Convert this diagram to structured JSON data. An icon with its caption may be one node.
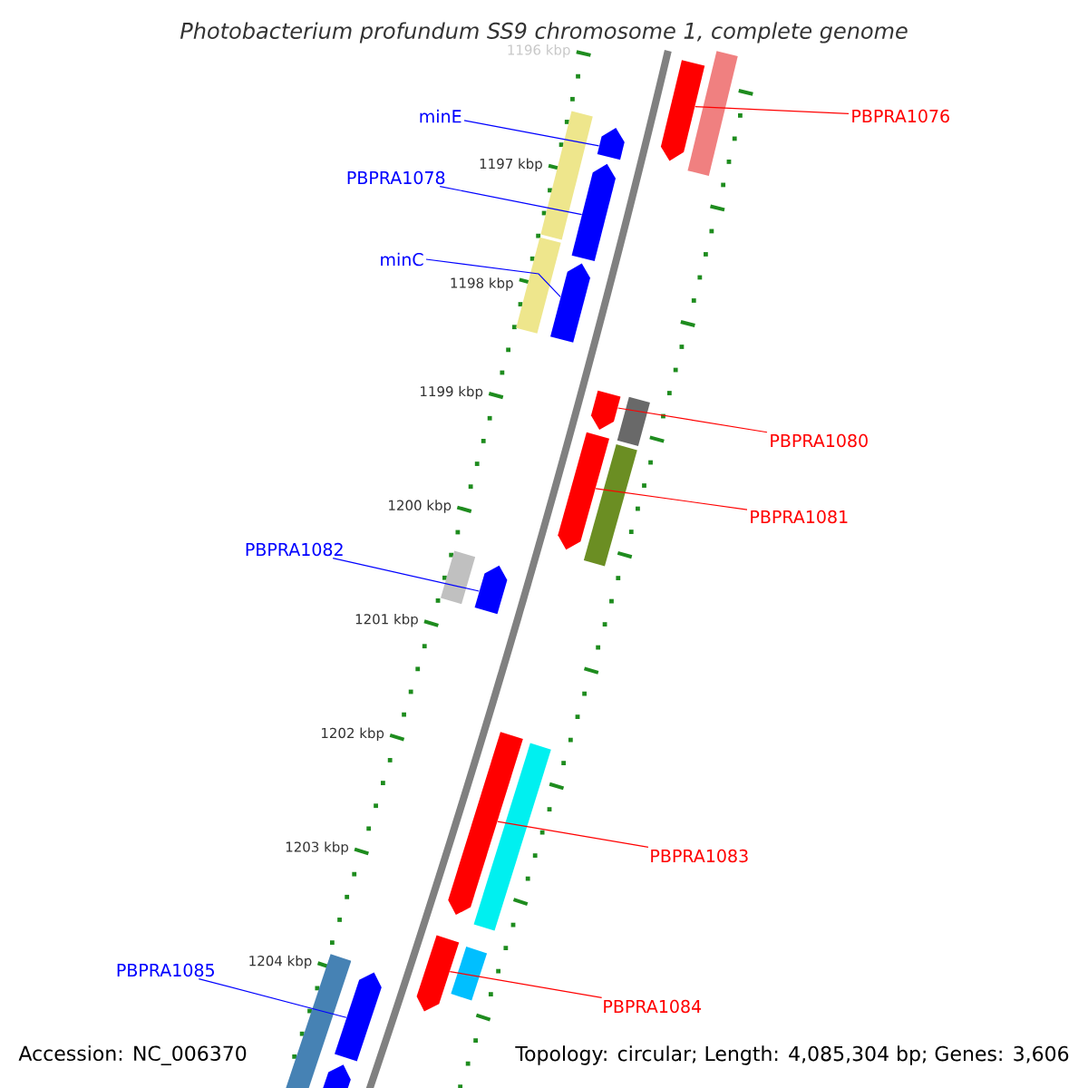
{
  "diagram": {
    "title": "Photobacterium profundum SS9 chromosome 1, complete genome",
    "nodes": [
      {
        "text": [
          "minE"
        ]
      },
      {
        "text": [
          "PBPRA1078"
        ]
      },
      {
        "text": [
          "minC"
        ]
      },
      {
        "text": [
          "PBPRA1082"
        ]
      },
      {
        "text": [
          "PBPRA1085"
        ]
      },
      {
        "text": [
          "PBPRA1076"
        ]
      },
      {
        "text": [
          "PBPRA1080"
        ]
      },
      {
        "text": [
          "PBPRA1081"
        ]
      },
      {
        "text": [
          "PBPRA1083"
        ]
      },
      {
        "text": [
          "PBPRA1084"
        ]
      },
      {
        "text": [],
        "shape": "bar"
      },
      {
        "text": [],
        "shape": "bar"
      },
      {
        "text": [],
        "shape": "bar"
      },
      {
        "text": [],
        "shape": "bar"
      },
      {
        "text": [],
        "shape": "bar"
      },
      {
        "text": [],
        "shape": "bar"
      },
      {
        "text": [],
        "shape": "bar"
      },
      {
        "text": [],
        "shape": "bar"
      },
      {
        "text": [],
        "shape": "bar"
      },
      {
        "text": [],
        "shape": "bar"
      },
      {
        "text": [],
        "shape": "bar"
      },
      {
        "text": [],
        "shape": "bar"
      },
      {
        "text": [],
        "shape": "bar"
      },
      {
        "text": [],
        "shape": "bar"
      },
      {
        "text": [],
        "shape": "bar"
      },
      {
        "text": [],
        "shape": "bar"
      },
      {
        "text": [],
        "shape": "bar"
      },
      {
        "text": [],
        "shape": "bar"
      },
      {
        "text": [],
        "shape": "bar"
      },
      {
        "text": [],
        "shape": "bar"
      }
    ],
    "edges": [
      {
        "from": 0,
        "to": 10,
        "arrow": "none"
      },
      {
        "from": 1,
        "to": 11,
        "arrow": "none"
      },
      {
        "from": 2,
        "to": 12,
        "arrow": "none"
      },
      {
        "from": 3,
        "to": 13,
        "arrow": "none"
      },
      {
        "from": 4,
        "to": 14,
        "arrow": "none"
      },
      {
        "from": 5,
        "to": 15,
        "arrow": "none",
        "color": "#ff0000"
      },
      {
        "from": 6,
        "to": 16,
        "arrow": "none",
        "color": "#ff0000"
      },
      {
        "from": 7,
        "to": 17,
        "arrow": "none",
        "color": "#ff0000"
      },
      {
        "from": 8,
        "to": 18,
        "arrow": "none",
        "color": "#ff0000"
      },
      {
        "from": 9,
        "to": 19,
        "arrow": "none",
        "color": "#ff0000"
      }
    ],
    "labels": [
      "1196 kbp",
      "1197 kbp",
      "1198 kbp",
      "1199 kbp",
      "1200 kbp",
      "1201 kbp",
      "1202 kbp",
      "1203 kbp",
      "1204 kbp",
      "Accession: NC_006370",
      "Topology: circular; Length: 4,085,304 bp; Genes: 3,606"
    ]
  }
}
